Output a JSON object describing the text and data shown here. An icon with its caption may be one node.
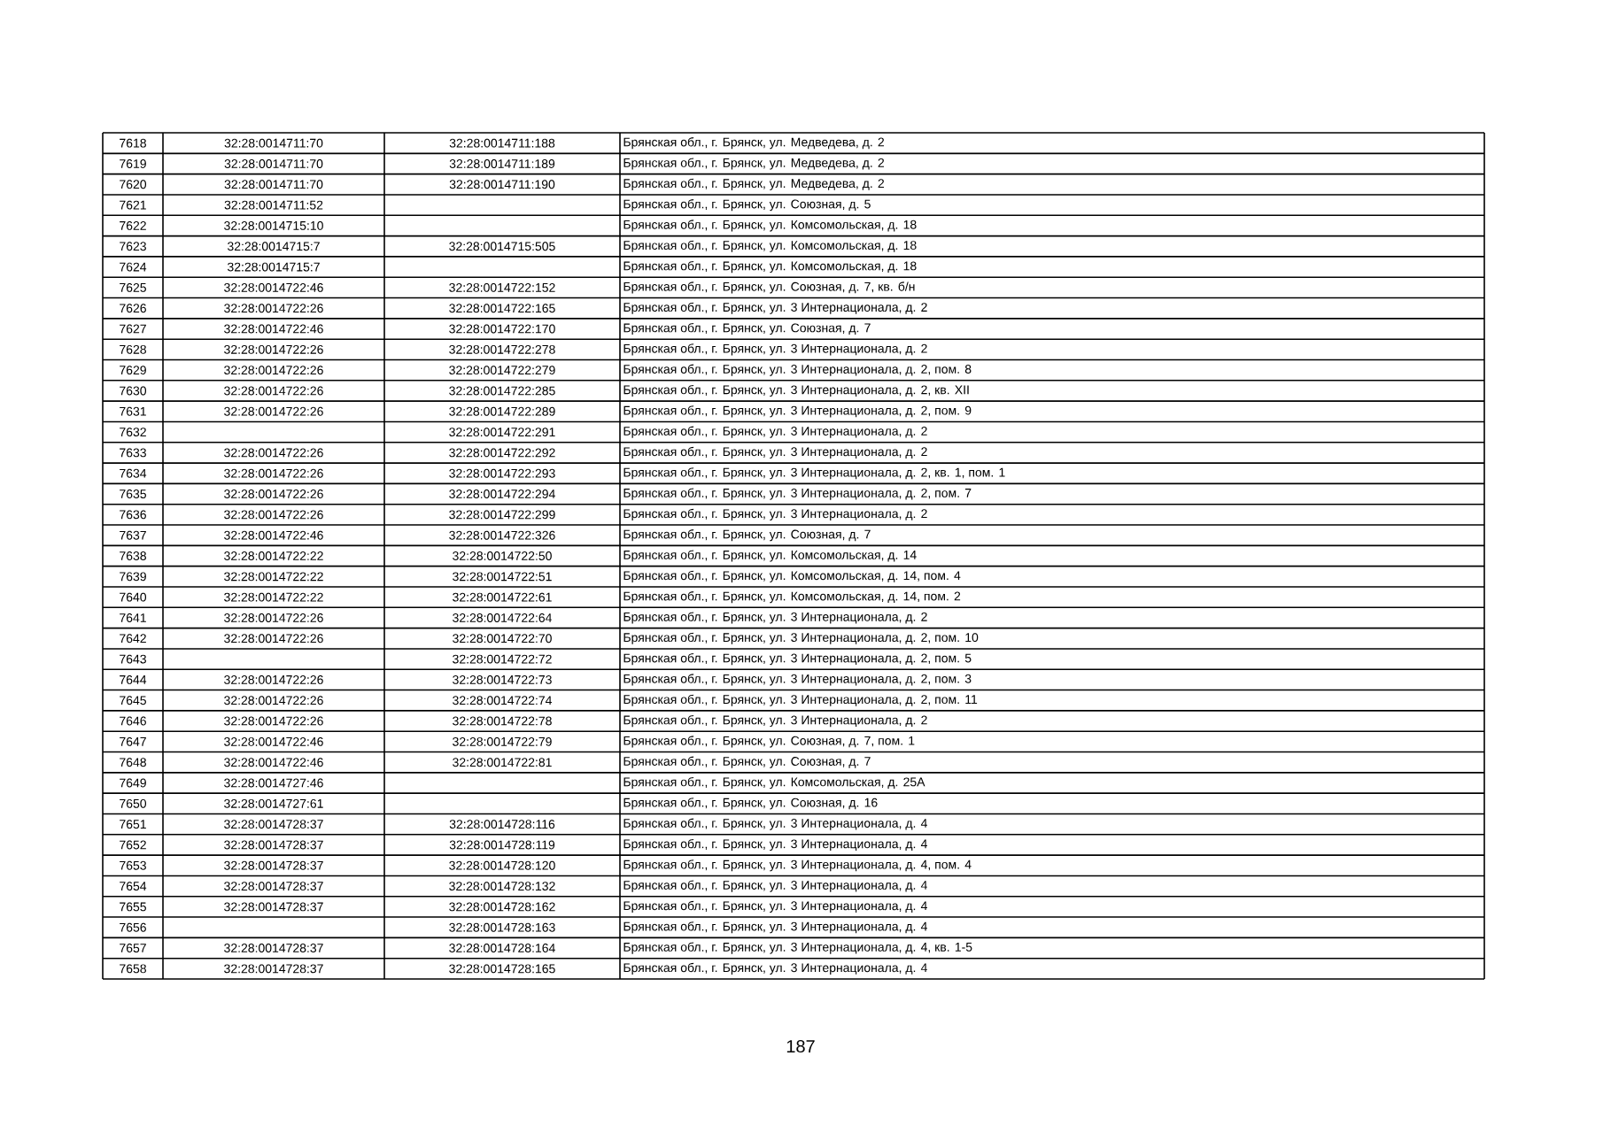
{
  "diagram": {
    "labels": [
      "7618",
      "32:28:0014711:70",
      "32:28:0014711:188",
      "Брянская обл., г. Брянск, ул. Медведева, д. 2",
      "7619",
      "32:28:0014711:70",
      "32:28:0014711:189",
      "Брянская обл., г. Брянск, ул. Медведева, д. 2",
      "7620",
      "32:28:0014711:70",
      "32:28:0014711:190",
      "Брянская обл., г. Брянск, ул. Медведева, д. 2",
      "7621",
      "32:28:0014711:52",
      "Брянская обл., г. Брянск, ул. Союзная, д. 5",
      "7622",
      "32:28:0014715:10",
      "Брянская обл., г. Брянск, ул. Комсомольская, д. 18",
      "7623",
      "32:28:0014715:7",
      "32:28:0014715:505",
      "Брянская обл., г. Брянск, ул. Комсомольская, д. 18",
      "7624",
      "32:28:0014715:7",
      "Брянская обл., г. Брянск, ул. Комсомольская, д. 18",
      "7625",
      "32:28:0014722:46",
      "32:28:0014722:152",
      "Брянская обл., г. Брянск, ул. Союзная, д. 7, кв. б/н",
      "7626",
      "32:28:0014722:26",
      "32:28:0014722:165",
      "Брянская обл., г. Брянск, ул. 3 Интернационала, д. 2",
      "7627",
      "32:28:0014722:46",
      "32:28:0014722:170",
      "Брянская обл., г. Брянск, ул. Союзная, д. 7",
      "7628",
      "32:28:0014722:26",
      "32:28:0014722:278",
      "Брянская обл., г. Брянск, ул. 3 Интернационала, д. 2",
      "7629",
      "32:28:0014722:26",
      "32:28:0014722:279",
      "Брянская обл., г. Брянск, ул. 3 Интернационала, д. 2, пом. 8",
      "7630",
      "32:28:0014722:26",
      "32:28:0014722:285",
      "Брянская обл., г. Брянск, ул. 3 Интернационала, д. 2, кв. XII",
      "7631",
      "32:28:0014722:26",
      "32:28:0014722:289",
      "Брянская обл., г. Брянск, ул. 3 Интернационала, д. 2, пом. 9",
      "7632",
      "32:28:0014722:291",
      "Брянская обл., г. Брянск, ул. 3 Интернационала, д. 2",
      "7633",
      "32:28:0014722:26",
      "32:28:0014722:292",
      "Брянская обл., г. Брянск, ул. 3 Интернационала, д. 2",
      "7634",
      "32:28:0014722:26",
      "32:28:0014722:293",
      "Брянская обл., г. Брянск, ул. 3 Интернационала, д. 2, кв. 1, пом. 1",
      "7635",
      "32:28:0014722:26",
      "32:28:0014722:294",
      "Брянская обл., г. Брянск, ул. 3 Интернационала, д. 2, пом. 7",
      "7636",
      "32:28:0014722:26",
      "32:28:0014722:299",
      "Брянская обл., г. Брянск, ул. 3 Интернационала, д. 2",
      "7637",
      "32:28:0014722:46",
      "32:28:0014722:326",
      "Брянская обл., г. Брянск, ул. Союзная, д. 7",
      "7638",
      "32:28:0014722:22",
      "32:28:0014722:50",
      "Брянская обл., г. Брянск, ул. Комсомольская, д. 14",
      "7639",
      "32:28:0014722:22",
      "32:28:0014722:51",
      "Брянская обл., г. Брянск, ул. Комсомольская, д. 14, пом. 4",
      "7640",
      "32:28:0014722:22",
      "32:28:0014722:61",
      "Брянская обл., г. Брянск, ул. Комсомольская, д. 14, пом. 2",
      "7641",
      "32:28:0014722:26",
      "32:28:0014722:64",
      "Брянская обл., г. Брянск, ул. 3 Интернационала, д. 2",
      "7642",
      "32:28:0014722:26",
      "32:28:0014722:70",
      "Брянская обл., г. Брянск, ул. 3 Интернационала, д. 2, пом. 10",
      "7643",
      "32:28:0014722:72",
      "Брянская обл., г. Брянск, ул. 3 Интернационала, д. 2, пом. 5",
      "7644",
      "32:28:0014722:26",
      "32:28:0014722:73",
      "Брянская обл., г. Брянск, ул. 3 Интернационала, д. 2, пом. 3",
      "7645",
      "32:28:0014722:26",
      "32:28:0014722:74",
      "Брянская обл., г. Брянск, ул. 3 Интернационала, д. 2, пом. 11",
      "7646",
      "32:28:0014722:26",
      "32:28:0014722:78",
      "Брянская обл., г. Брянск, ул. 3 Интернационала, д. 2",
      "7647",
      "32:28:0014722:46",
      "32:28:0014722:79",
      "Брянская обл., г. Брянск, ул. Союзная, д. 7, пом. 1",
      "7648",
      "32:28:0014722:46",
      "32:28:0014722:81",
      "Брянская обл., г. Брянск, ул. Союзная, д. 7",
      "7649",
      "32:28:0014727:46",
      "Брянская обл., г. Брянск, ул. Комсомольская, д. 25А",
      "7650",
      "32:28:0014727:61",
      "Брянская обл., г. Брянск, ул. Союзная, д. 16",
      "7651",
      "32:28:0014728:37",
      "32:28:0014728:116",
      "Брянская обл., г. Брянск, ул. 3 Интернационала, д. 4",
      "7652",
      "32:28:0014728:37",
      "32:28:0014728:119",
      "Брянская обл., г. Брянск, ул. 3 Интернационала, д. 4",
      "7653",
      "32:28:0014728:37",
      "32:28:0014728:120",
      "Брянская обл., г. Брянск, ул. 3 Интернационала, д. 4, пом. 4",
      "7654",
      "32:28:0014728:37",
      "32:28:0014728:132",
      "Брянская обл., г. Брянск, ул. 3 Интернационала, д. 4",
      "7655",
      "32:28:0014728:37",
      "32:28:0014728:162",
      "Брянская обл., г. Брянск, ул. 3 Интернационала, д. 4",
      "7656",
      "32:28:0014728:163",
      "Брянская обл., г. Брянск, ул. 3 Интернационала, д. 4",
      "7657",
      "32:28:0014728:37",
      "32:28:0014728:164",
      "Брянская обл., г. Брянск, ул. 3 Интернационала, д. 4, кв. 1-5",
      "7658",
      "32:28:0014728:37",
      "32:28:0014728:165",
      "Брянская обл., г. Брянск, ул. 3 Интернационала, д. 4",
      "187"
    ]
  }
}
